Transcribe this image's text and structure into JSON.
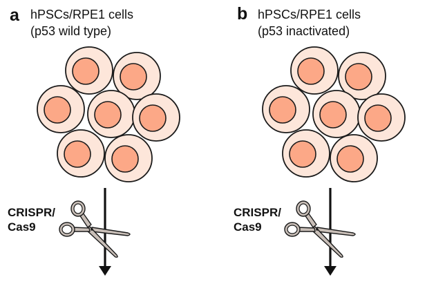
{
  "panels": [
    {
      "letter": "a",
      "title_line1": "hPSCs/RPE1 cells",
      "title_line2": "(p53 wild type)",
      "tool_line1": "CRISPR/",
      "tool_line2": "Cas9",
      "cell_count": 7
    },
    {
      "letter": "b",
      "title_line1": "hPSCs/RPE1 cells",
      "title_line2": "(p53 inactivated)",
      "tool_line1": "CRISPR/",
      "tool_line2": "Cas9",
      "cell_count": 7
    }
  ],
  "icons": {
    "cell": "cell-with-nucleus",
    "scissors": "scissors-icon",
    "arrow": "down-arrow"
  },
  "colors": {
    "cytoplasm": "#fde6da",
    "nucleus": "#fca887",
    "outline": "#1a1a1a",
    "scissors": "#c9bfb8",
    "text": "#111111"
  }
}
